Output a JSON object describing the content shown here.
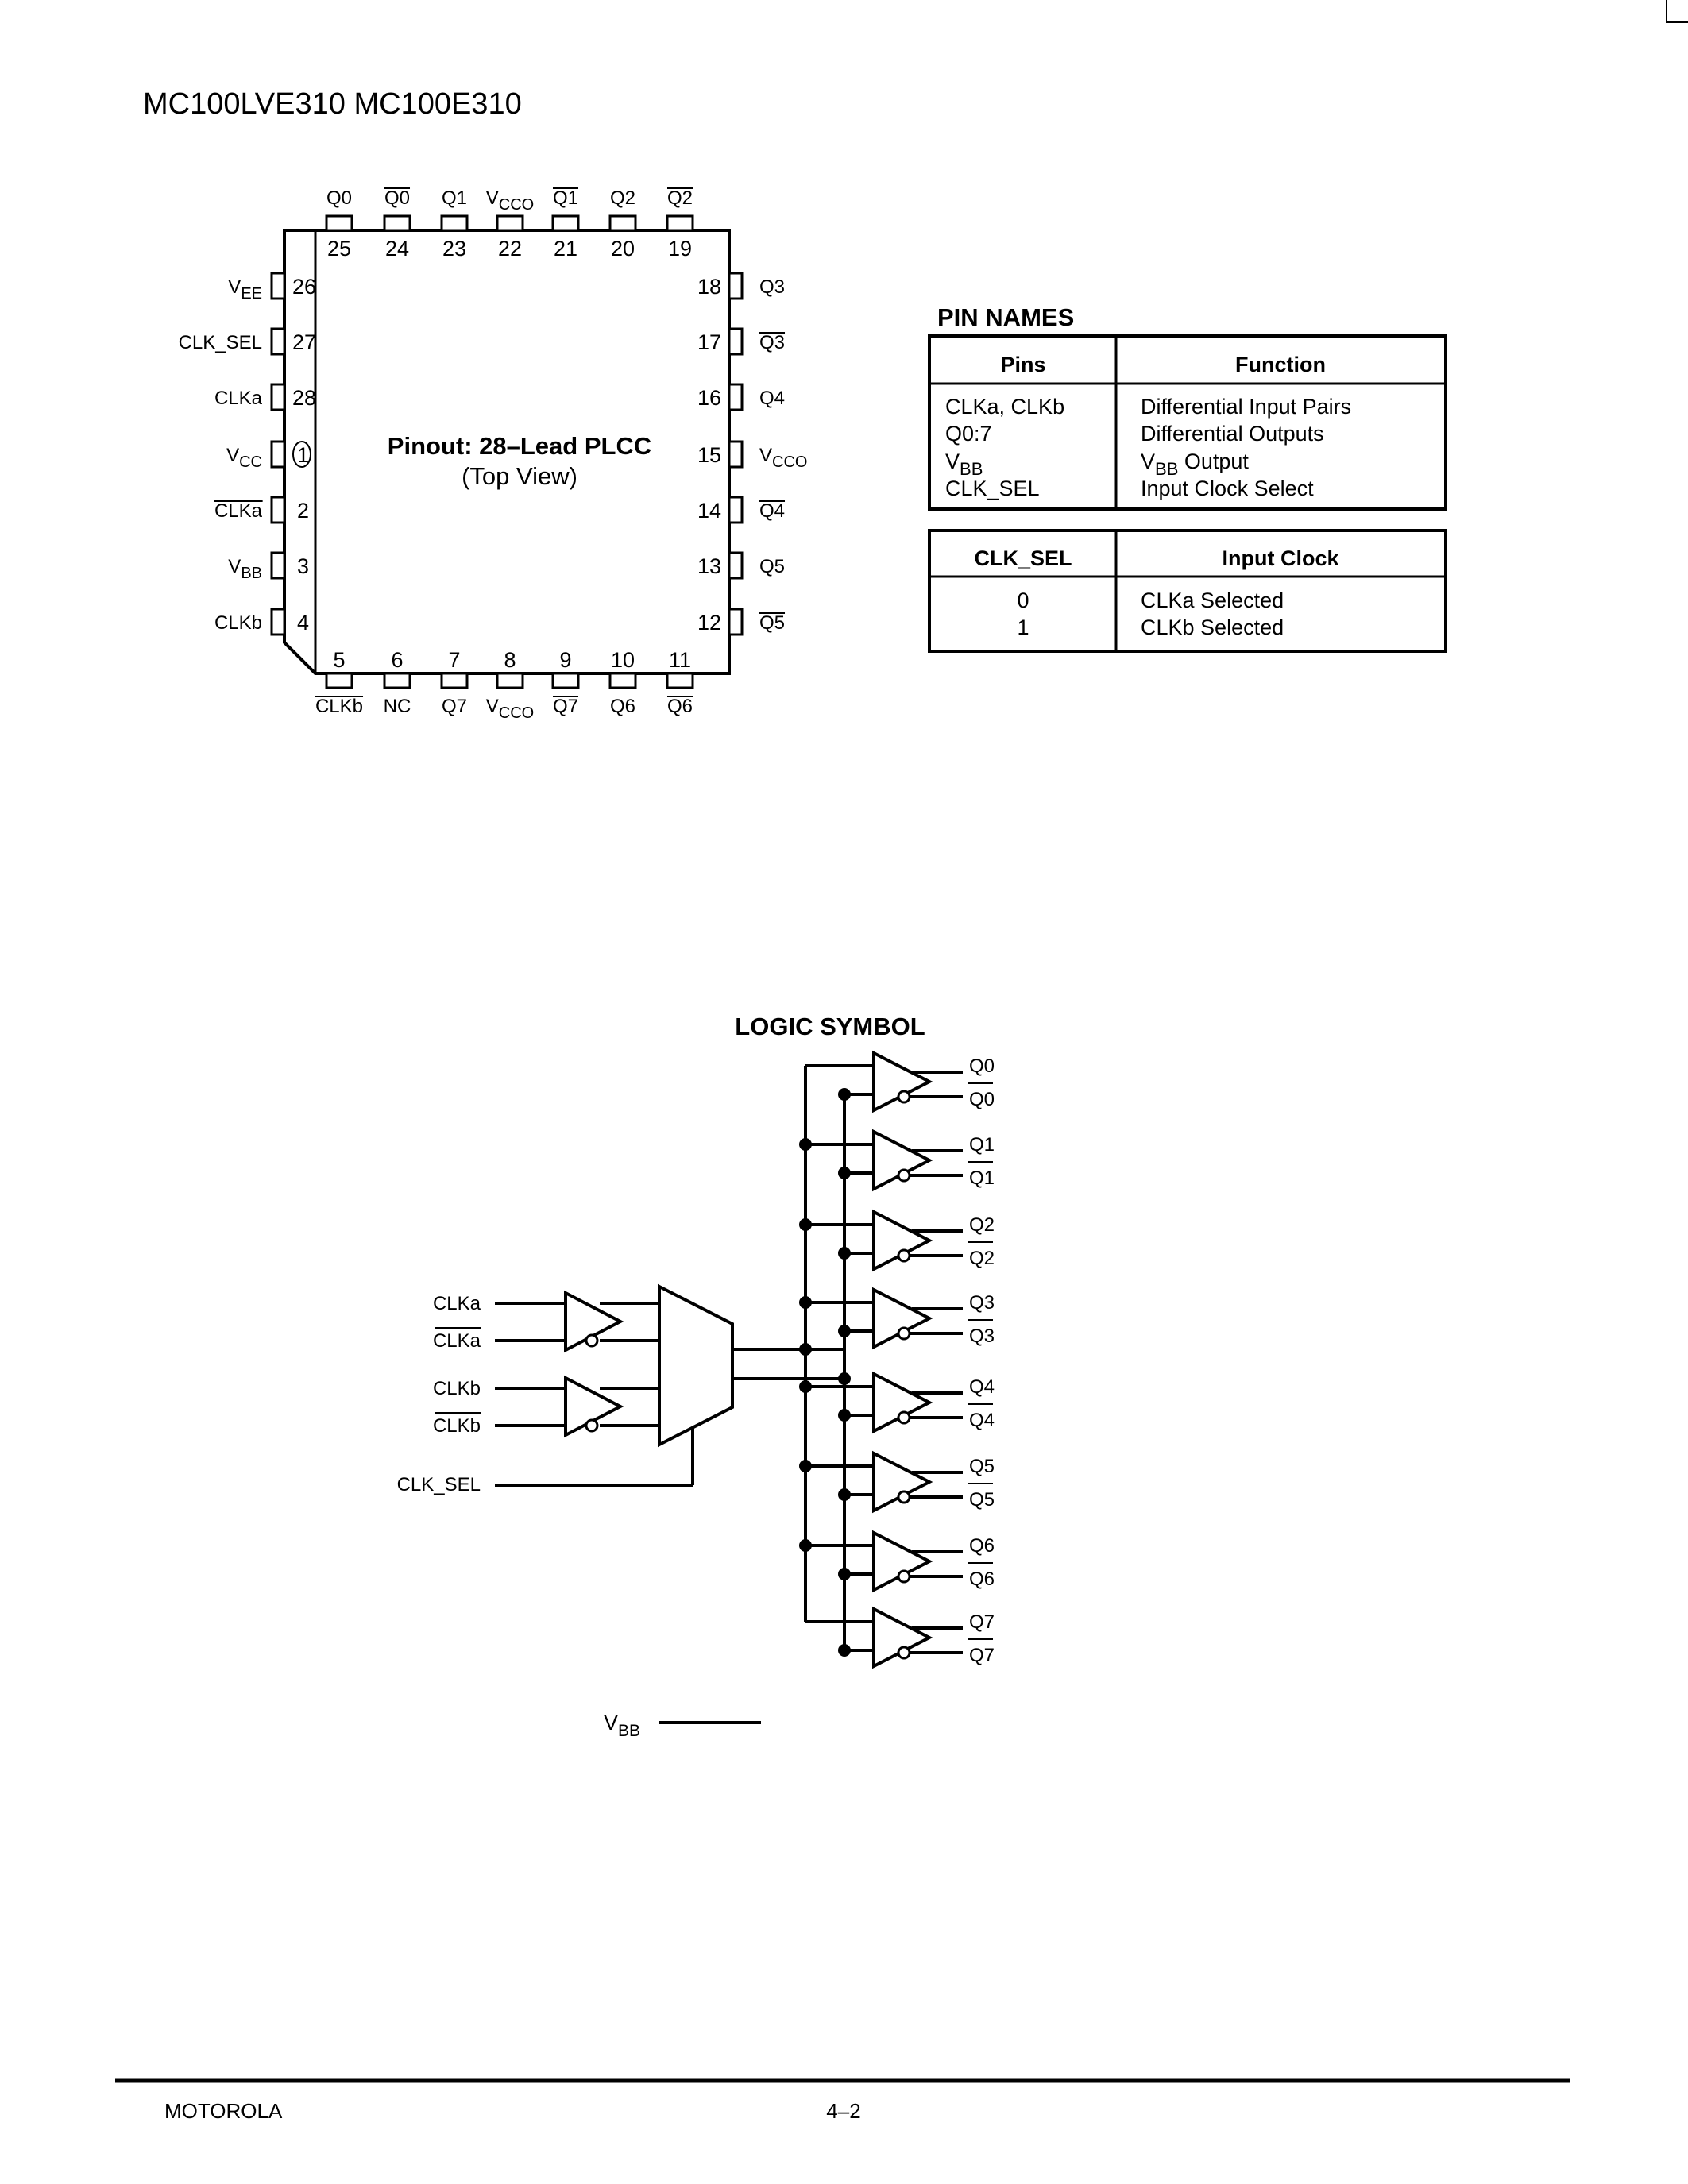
{
  "header": {
    "title": "MC100LVE310 MC100E310"
  },
  "pinout": {
    "title": "Pinout: 28–Lead PLCC",
    "subtitle": "(Top View)",
    "pins": [
      {
        "num": "25",
        "label": "Q0",
        "sub": "",
        "over": false
      },
      {
        "num": "24",
        "label": "Q0",
        "sub": "",
        "over": true
      },
      {
        "num": "23",
        "label": "Q1",
        "sub": "",
        "over": false
      },
      {
        "num": "22",
        "label": "V",
        "sub": "CCO",
        "over": false
      },
      {
        "num": "21",
        "label": "Q1",
        "sub": "",
        "over": true
      },
      {
        "num": "20",
        "label": "Q2",
        "sub": "",
        "over": false
      },
      {
        "num": "19",
        "label": "Q2",
        "sub": "",
        "over": true
      },
      {
        "num": "5",
        "label": "CLKb",
        "sub": "",
        "over": true
      },
      {
        "num": "6",
        "label": "NC",
        "sub": "",
        "over": false
      },
      {
        "num": "7",
        "label": "Q7",
        "sub": "",
        "over": false
      },
      {
        "num": "8",
        "label": "V",
        "sub": "CCO",
        "over": false
      },
      {
        "num": "9",
        "label": "Q7",
        "sub": "",
        "over": true
      },
      {
        "num": "10",
        "label": "Q6",
        "sub": "",
        "over": false
      },
      {
        "num": "11",
        "label": "Q6",
        "sub": "",
        "over": true
      },
      {
        "num": "26",
        "label": "V",
        "sub": "EE",
        "over": false
      },
      {
        "num": "27",
        "label": "CLK_SEL",
        "sub": "",
        "over": false
      },
      {
        "num": "28",
        "label": "CLKa",
        "sub": "",
        "over": false
      },
      {
        "num": "1",
        "label": "V",
        "sub": "CC",
        "over": false
      },
      {
        "num": "2",
        "label": "CLKa",
        "sub": "",
        "over": true
      },
      {
        "num": "3",
        "label": "V",
        "sub": "BB",
        "over": false
      },
      {
        "num": "4",
        "label": "CLKb",
        "sub": "",
        "over": false
      },
      {
        "num": "18",
        "label": "Q3",
        "sub": "",
        "over": false
      },
      {
        "num": "17",
        "label": "Q3",
        "sub": "",
        "over": true
      },
      {
        "num": "16",
        "label": "Q4",
        "sub": "",
        "over": false
      },
      {
        "num": "15",
        "label": "V",
        "sub": "CCO",
        "over": false
      },
      {
        "num": "14",
        "label": "Q4",
        "sub": "",
        "over": true
      },
      {
        "num": "13",
        "label": "Q5",
        "sub": "",
        "over": false
      },
      {
        "num": "12",
        "label": "Q5",
        "sub": "",
        "over": true
      }
    ]
  },
  "pin_names": {
    "heading": "PIN NAMES",
    "col_pins": "Pins",
    "col_function": "Function",
    "rows": [
      {
        "pin": "CLKa, CLKb",
        "pin_sub": "",
        "func": "Differential Input Pairs",
        "func_sub": "",
        "func_tail": ""
      },
      {
        "pin": "Q0:7",
        "pin_sub": "",
        "func": "Differential Outputs",
        "func_sub": "",
        "func_tail": ""
      },
      {
        "pin": "V",
        "pin_sub": "BB",
        "func": "V",
        "func_sub": "BB",
        "func_tail": " Output"
      },
      {
        "pin": "CLK_SEL",
        "pin_sub": "",
        "func": "Input Clock Select",
        "func_sub": "",
        "func_tail": ""
      }
    ]
  },
  "clock_table": {
    "col_sel": "CLK_SEL",
    "col_clock": "Input Clock",
    "rows": [
      {
        "sel": "0",
        "clock": "CLKa Selected"
      },
      {
        "sel": "1",
        "clock": "CLKb Selected"
      }
    ]
  },
  "logic": {
    "title": "LOGIC SYMBOL",
    "inputs": {
      "clka": "CLKa",
      "clka_n": "CLKa",
      "clkb": "CLKb",
      "clkb_n": "CLKb",
      "clk_sel": "CLK_SEL"
    },
    "outputs": [
      {
        "q": "Q0",
        "qn": "Q0"
      },
      {
        "q": "Q1",
        "qn": "Q1"
      },
      {
        "q": "Q2",
        "qn": "Q2"
      },
      {
        "q": "Q3",
        "qn": "Q3"
      },
      {
        "q": "Q4",
        "qn": "Q4"
      },
      {
        "q": "Q5",
        "qn": "Q5"
      },
      {
        "q": "Q6",
        "qn": "Q6"
      },
      {
        "q": "Q7",
        "qn": "Q7"
      }
    ],
    "vbb": {
      "main": "V",
      "sub": "BB"
    }
  },
  "footer": {
    "left": "MOTOROLA",
    "page": "4–2"
  }
}
